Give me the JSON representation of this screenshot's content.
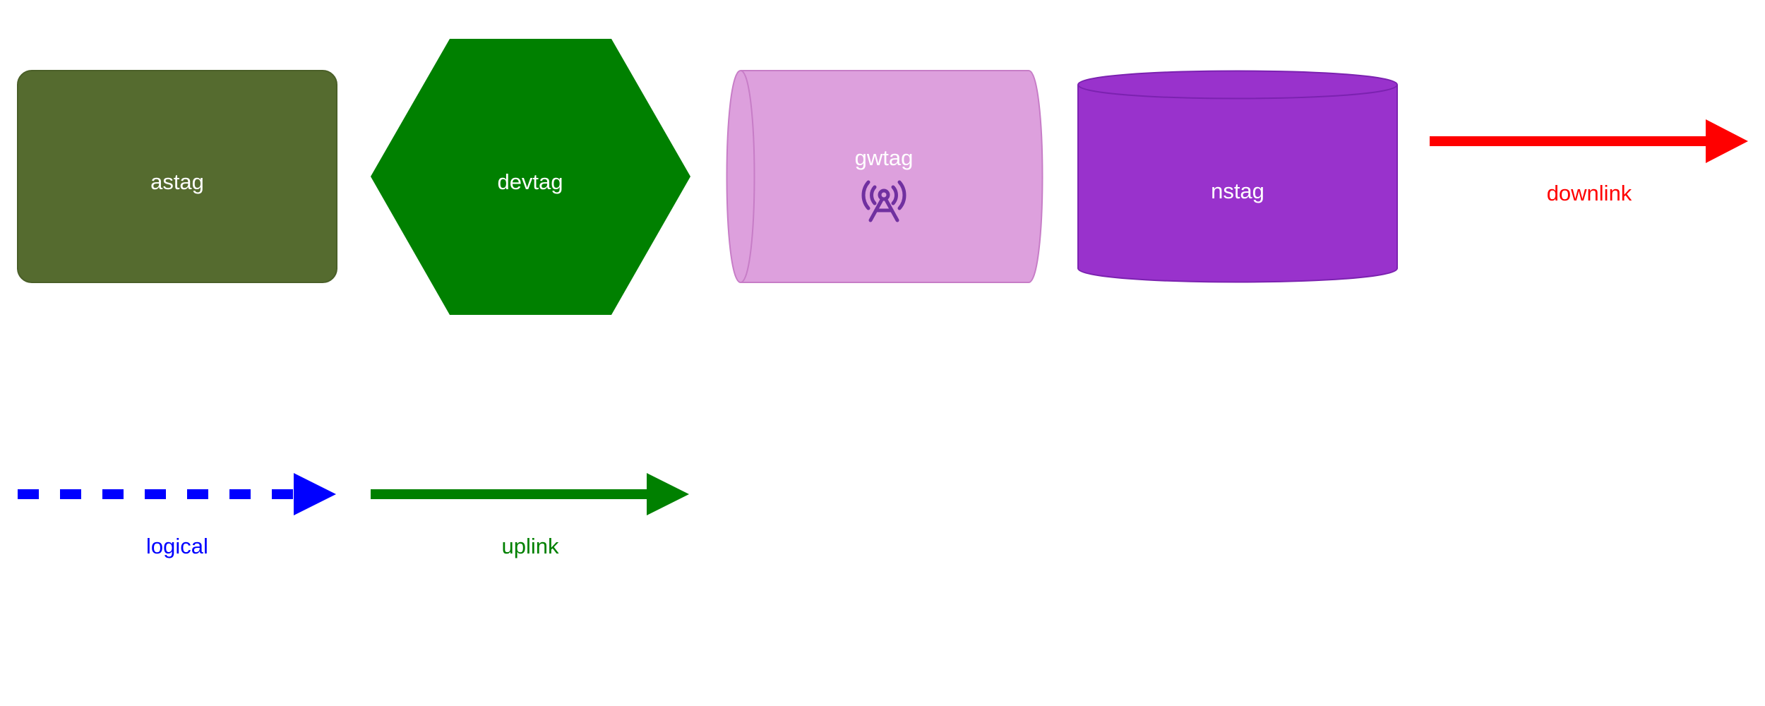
{
  "legend": {
    "astag": {
      "label": "astag",
      "fill": "#556B2F",
      "text_color": "#FFFFFF"
    },
    "devtag": {
      "label": "devtag",
      "fill": "#008000",
      "text_color": "#FFFFFF"
    },
    "gwtag": {
      "label": "gwtag",
      "fill": "#DDA0DD",
      "stroke": "#C77DC7",
      "text_color": "#FFFFFF",
      "icon": "cell-tower-icon",
      "icon_color": "#7030A0"
    },
    "nstag": {
      "label": "nstag",
      "fill": "#9932CC",
      "stroke": "#7B22B0",
      "text_color": "#FFFFFF"
    },
    "downlink": {
      "label": "downlink",
      "color": "#FF0000",
      "style": "solid"
    },
    "logical": {
      "label": "logical",
      "color": "#0000FF",
      "style": "dashed"
    },
    "uplink": {
      "label": "uplink",
      "color": "#008000",
      "style": "solid"
    }
  }
}
